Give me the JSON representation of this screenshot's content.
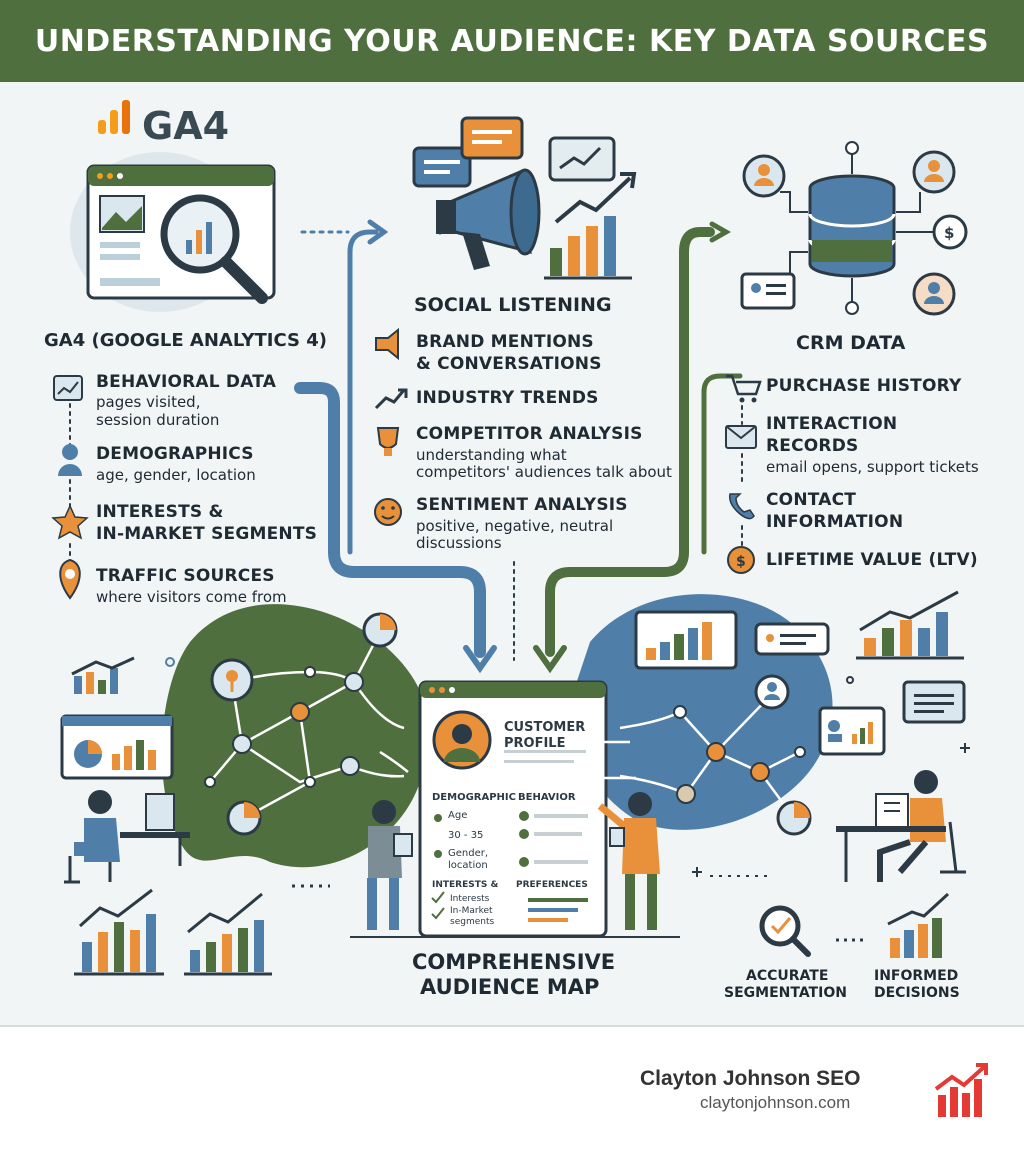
{
  "title": "UNDERSTANDING YOUR AUDIENCE: KEY DATA SOURCES",
  "ga4": {
    "logo_text": "GA4",
    "heading": "GA4 (GOOGLE ANALYTICS 4)",
    "items": [
      {
        "title": "BEHAVIORAL DATA",
        "lines": [
          "pages visited,",
          "session duration"
        ],
        "icon": "chart-window-icon"
      },
      {
        "title": "DEMOGRAPHICS",
        "lines": [
          "age, gender, location"
        ],
        "icon": "person-icon"
      },
      {
        "title": "INTERESTS &",
        "title2": "IN-MARKET SEGMENTS",
        "lines": [],
        "icon": "star-icon"
      },
      {
        "title": "TRAFFIC SOURCES",
        "lines": [
          "where visitors come from"
        ],
        "icon": "location-pin-icon"
      }
    ]
  },
  "social": {
    "heading": "SOCIAL LISTENING",
    "items": [
      {
        "title": "BRAND MENTIONS",
        "title2": "& CONVERSATIONS",
        "lines": [],
        "icon": "megaphone-icon"
      },
      {
        "title": "INDUSTRY TRENDS",
        "lines": [],
        "icon": "trend-arrow-icon"
      },
      {
        "title": "COMPETITOR ANALYSIS",
        "lines": [
          "understanding what",
          "competitors' audiences talk about"
        ],
        "icon": "trophy-icon"
      },
      {
        "title": "SENTIMENT ANALYSIS",
        "lines": [
          "positive, negative, neutral",
          "discussions"
        ],
        "icon": "smiley-icon"
      }
    ]
  },
  "crm": {
    "heading": "CRM DATA",
    "items": [
      {
        "title": "PURCHASE HISTORY",
        "lines": [],
        "icon": "cart-icon"
      },
      {
        "title": "INTERACTION",
        "title2": "RECORDS",
        "lines": [
          "email opens, support tickets"
        ],
        "icon": "envelope-icon"
      },
      {
        "title": "CONTACT",
        "title2": "INFORMATION",
        "lines": [],
        "icon": "phone-icon"
      },
      {
        "title": "LIFETIME VALUE (LTV)",
        "lines": [],
        "icon": "dollar-coin-icon"
      }
    ]
  },
  "profile": {
    "title1": "CUSTOMER",
    "title2": "PROFILE",
    "demographic_label": "DEMOGRAPHIC",
    "behavior_label": "BEHAVIOR",
    "age_label": "Age",
    "age_value": "30 - 35",
    "gender_line1": "Gender,",
    "gender_line2": "location",
    "interests_label": "INTERESTS &",
    "interests_item1": "Interests",
    "interests_item2a": "In-Market",
    "interests_item2b": "segments",
    "preferences_label": "PREFERENCES"
  },
  "map_caption": {
    "line1": "COMPREHENSIVE",
    "line2": "AUDIENCE MAP"
  },
  "outcomes": [
    {
      "line1": "ACCURATE",
      "line2": "SEGMENTATION"
    },
    {
      "line1": "INFORMED",
      "line2": "DECISIONS"
    }
  ],
  "footer": {
    "brand_name": "Clayton Johnson SEO",
    "brand_url": "claytonjohnson.com"
  },
  "colors": {
    "green": "#4f6f3f",
    "blue": "#4f7fa8",
    "orange": "#e8913a",
    "dark": "#2b3a44",
    "red": "#e53935"
  }
}
